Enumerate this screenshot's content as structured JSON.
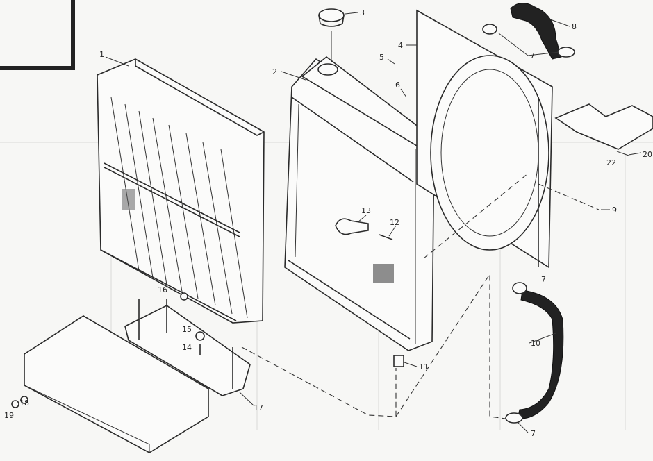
{
  "callouts": {
    "c1": "1",
    "c2": "2",
    "c3": "3",
    "c4": "4",
    "c5": "5",
    "c6": "6",
    "c7a": "7",
    "c8": "8",
    "c7b": "7",
    "c9": "9",
    "c10": "10",
    "c7c": "7",
    "c11": "11",
    "c12": "12",
    "c13": "13",
    "c14": "14",
    "c15": "15",
    "c16": "16",
    "c17": "17",
    "c18": "18",
    "c19": "19",
    "c20": "20",
    "c22": "22"
  }
}
